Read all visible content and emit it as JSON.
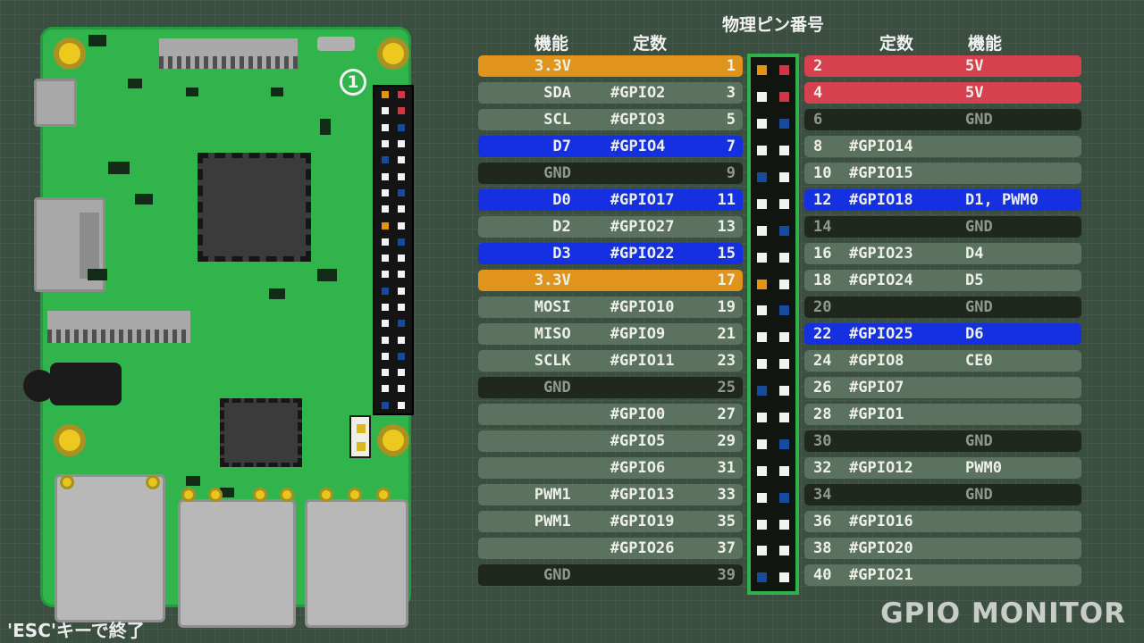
{
  "app": {
    "title": "GPIO MONITOR",
    "exit_hint": "'ESC'キーで終了"
  },
  "board": {
    "marker": "1"
  },
  "table": {
    "physical_pin_header": "物理ピン番号",
    "left_headers": {
      "function": "機能",
      "constant": "定数"
    },
    "right_headers": {
      "constant": "定数",
      "function": "機能"
    },
    "row_colors": {
      "gpio": "#5b7261",
      "gnd": "#20271f",
      "power33": "#e0941c",
      "power5v": "#d7414f",
      "active": "#1430e0"
    },
    "pin_colors": {
      "gpio": "#f2f2f2",
      "active": "#f2f2f2",
      "gnd": "#174b9e",
      "power33": "#e8930c",
      "power5v": "#d23646"
    },
    "left_rows": [
      {
        "function": "3.3V",
        "constant": "",
        "pin": "1",
        "type": "power33"
      },
      {
        "function": "SDA",
        "constant": "#GPIO2",
        "pin": "3",
        "type": "gpio"
      },
      {
        "function": "SCL",
        "constant": "#GPIO3",
        "pin": "5",
        "type": "gpio"
      },
      {
        "function": "D7",
        "constant": "#GPIO4",
        "pin": "7",
        "type": "active"
      },
      {
        "function": "GND",
        "constant": "",
        "pin": "9",
        "type": "gnd"
      },
      {
        "function": "D0",
        "constant": "#GPIO17",
        "pin": "11",
        "type": "active"
      },
      {
        "function": "D2",
        "constant": "#GPIO27",
        "pin": "13",
        "type": "gpio"
      },
      {
        "function": "D3",
        "constant": "#GPIO22",
        "pin": "15",
        "type": "active"
      },
      {
        "function": "3.3V",
        "constant": "",
        "pin": "17",
        "type": "power33"
      },
      {
        "function": "MOSI",
        "constant": "#GPIO10",
        "pin": "19",
        "type": "gpio"
      },
      {
        "function": "MISO",
        "constant": "#GPIO9",
        "pin": "21",
        "type": "gpio"
      },
      {
        "function": "SCLK",
        "constant": "#GPIO11",
        "pin": "23",
        "type": "gpio"
      },
      {
        "function": "GND",
        "constant": "",
        "pin": "25",
        "type": "gnd"
      },
      {
        "function": "",
        "constant": "#GPIO0",
        "pin": "27",
        "type": "gpio"
      },
      {
        "function": "",
        "constant": "#GPIO5",
        "pin": "29",
        "type": "gpio"
      },
      {
        "function": "",
        "constant": "#GPIO6",
        "pin": "31",
        "type": "gpio"
      },
      {
        "function": "PWM1",
        "constant": "#GPIO13",
        "pin": "33",
        "type": "gpio"
      },
      {
        "function": "PWM1",
        "constant": "#GPIO19",
        "pin": "35",
        "type": "gpio"
      },
      {
        "function": "",
        "constant": "#GPIO26",
        "pin": "37",
        "type": "gpio"
      },
      {
        "function": "GND",
        "constant": "",
        "pin": "39",
        "type": "gnd"
      }
    ],
    "right_rows": [
      {
        "pin": "2",
        "constant": "",
        "function": "5V",
        "type": "power5v"
      },
      {
        "pin": "4",
        "constant": "",
        "function": "5V",
        "type": "power5v"
      },
      {
        "pin": "6",
        "constant": "",
        "function": "GND",
        "type": "gnd"
      },
      {
        "pin": "8",
        "constant": "#GPIO14",
        "function": "",
        "type": "gpio"
      },
      {
        "pin": "10",
        "constant": "#GPIO15",
        "function": "",
        "type": "gpio"
      },
      {
        "pin": "12",
        "constant": "#GPIO18",
        "function": "D1, PWM0",
        "type": "active"
      },
      {
        "pin": "14",
        "constant": "",
        "function": "GND",
        "type": "gnd"
      },
      {
        "pin": "16",
        "constant": "#GPIO23",
        "function": "D4",
        "type": "gpio"
      },
      {
        "pin": "18",
        "constant": "#GPIO24",
        "function": "D5",
        "type": "gpio"
      },
      {
        "pin": "20",
        "constant": "",
        "function": "GND",
        "type": "gnd"
      },
      {
        "pin": "22",
        "constant": "#GPIO25",
        "function": "D6",
        "type": "active"
      },
      {
        "pin": "24",
        "constant": "#GPIO8",
        "function": "CE0",
        "type": "gpio"
      },
      {
        "pin": "26",
        "constant": "#GPIO7",
        "function": "",
        "type": "gpio"
      },
      {
        "pin": "28",
        "constant": "#GPIO1",
        "function": "",
        "type": "gpio"
      },
      {
        "pin": "30",
        "constant": "",
        "function": "GND",
        "type": "gnd"
      },
      {
        "pin": "32",
        "constant": "#GPIO12",
        "function": "PWM0",
        "type": "gpio"
      },
      {
        "pin": "34",
        "constant": "",
        "function": "GND",
        "type": "gnd"
      },
      {
        "pin": "36",
        "constant": "#GPIO16",
        "function": "",
        "type": "gpio"
      },
      {
        "pin": "38",
        "constant": "#GPIO20",
        "function": "",
        "type": "gpio"
      },
      {
        "pin": "40",
        "constant": "#GPIO21",
        "function": "",
        "type": "gpio"
      }
    ]
  },
  "theme": {
    "background": "#3b4f41",
    "board_green": "#30b44b",
    "strip_border_green": "#2fb14b",
    "hole_yellow": "#edc91f"
  }
}
